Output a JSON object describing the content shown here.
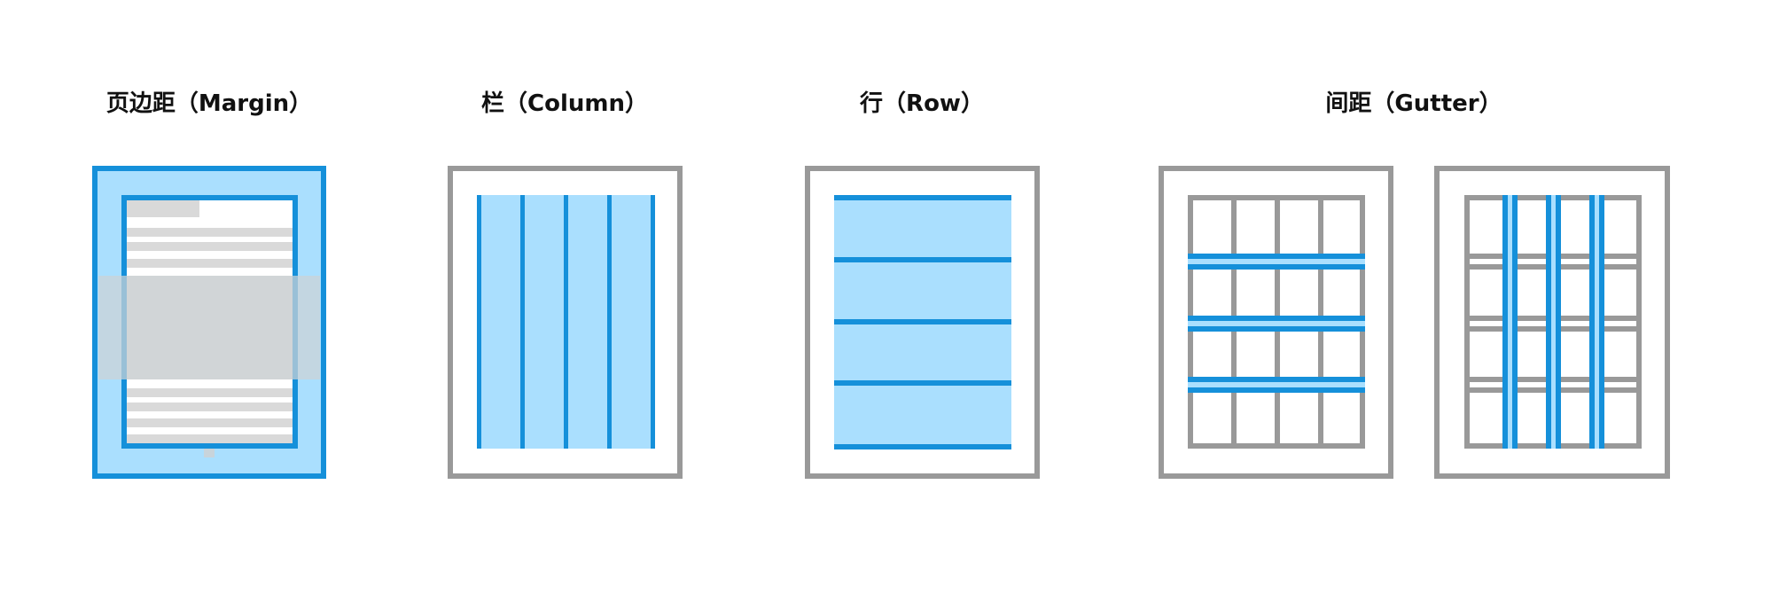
{
  "titles": {
    "margin": "页边距（Margin）",
    "column": "栏（Column）",
    "row": "行（Row）",
    "gutter": "间距（Gutter）"
  },
  "colors": {
    "accent_blue": "#1590DA",
    "light_blue": "#AADFFE",
    "frame_gray": "#999999",
    "content_gray": "#D9D9D9"
  }
}
